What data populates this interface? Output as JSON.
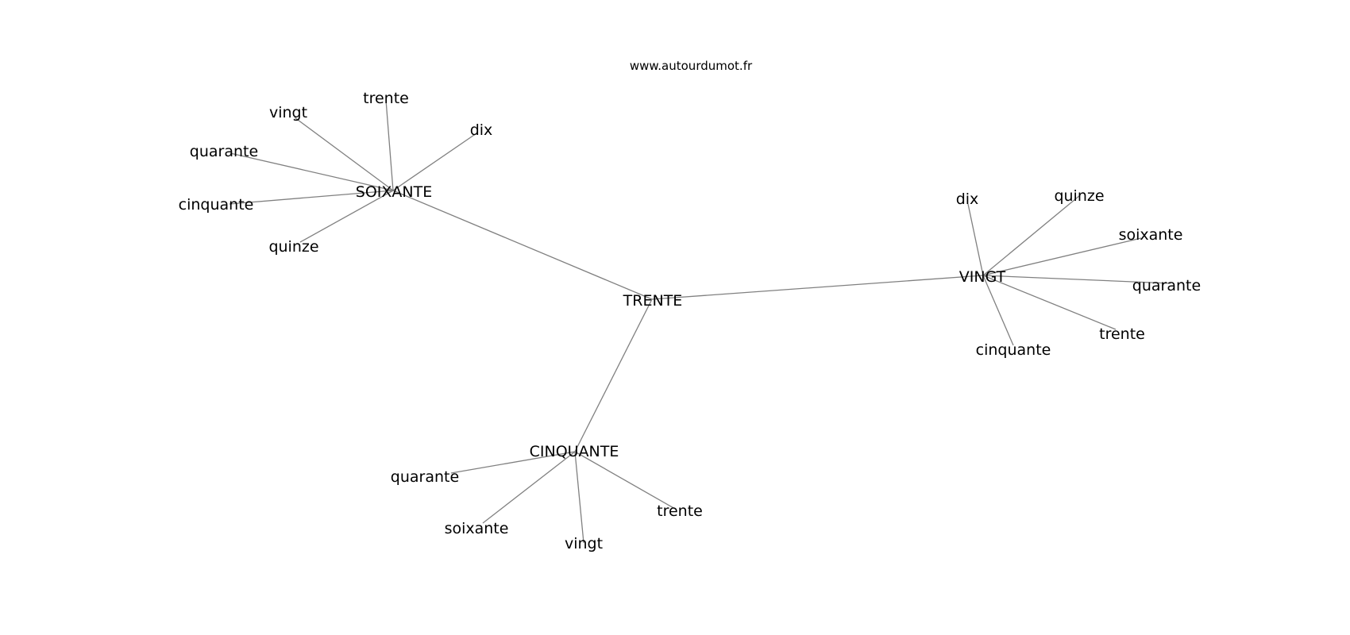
{
  "header": {
    "site": "www.autourdumot.fr"
  },
  "graph": {
    "hubs": [
      {
        "id": "trente",
        "label": "TRENTE"
      },
      {
        "id": "soixante",
        "label": "SOIXANTE"
      },
      {
        "id": "vingt",
        "label": "VINGT"
      },
      {
        "id": "cinquante",
        "label": "CINQUANTE"
      }
    ],
    "hub_links": [
      {
        "from": "trente",
        "to": "soixante"
      },
      {
        "from": "trente",
        "to": "vingt"
      },
      {
        "from": "trente",
        "to": "cinquante"
      }
    ],
    "leaves": [
      {
        "id": "s-dix",
        "hub": "soixante",
        "label": "dix"
      },
      {
        "id": "s-trente",
        "hub": "soixante",
        "label": "trente"
      },
      {
        "id": "s-vingt",
        "hub": "soixante",
        "label": "vingt"
      },
      {
        "id": "s-quarante",
        "hub": "soixante",
        "label": "quarante"
      },
      {
        "id": "s-cinquante",
        "hub": "soixante",
        "label": "cinquante"
      },
      {
        "id": "s-quinze",
        "hub": "soixante",
        "label": "quinze"
      },
      {
        "id": "v-dix",
        "hub": "vingt",
        "label": "dix"
      },
      {
        "id": "v-quinze",
        "hub": "vingt",
        "label": "quinze"
      },
      {
        "id": "v-soixante",
        "hub": "vingt",
        "label": "soixante"
      },
      {
        "id": "v-quarante",
        "hub": "vingt",
        "label": "quarante"
      },
      {
        "id": "v-trente",
        "hub": "vingt",
        "label": "trente"
      },
      {
        "id": "v-cinquante",
        "hub": "vingt",
        "label": "cinquante"
      },
      {
        "id": "c-quarante",
        "hub": "cinquante",
        "label": "quarante"
      },
      {
        "id": "c-soixante",
        "hub": "cinquante",
        "label": "soixante"
      },
      {
        "id": "c-vingt",
        "hub": "cinquante",
        "label": "vingt"
      },
      {
        "id": "c-trente",
        "hub": "cinquante",
        "label": "trente"
      }
    ]
  }
}
